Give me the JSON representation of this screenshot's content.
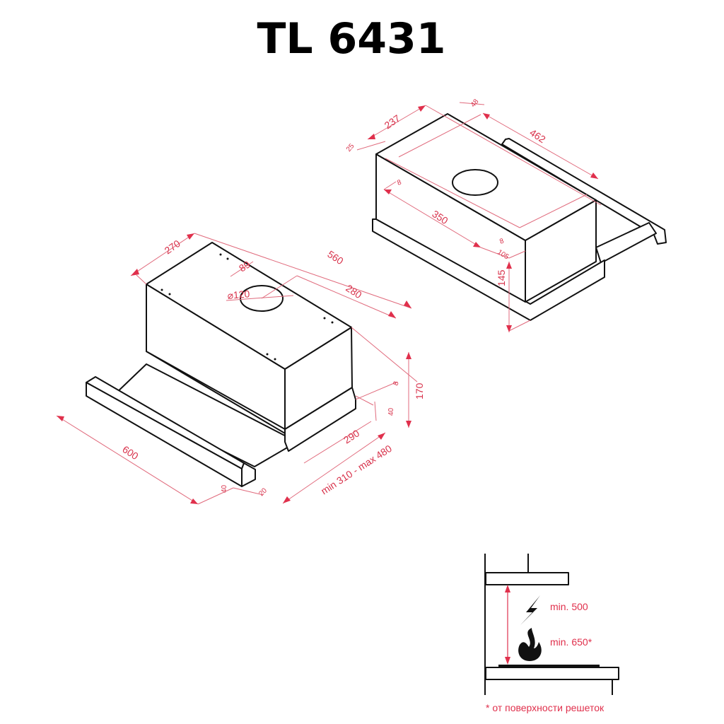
{
  "title": "TL 6431",
  "colors": {
    "dimension": "#d8324b",
    "outline": "#111111"
  },
  "left_view": {
    "dims": {
      "depth": "270",
      "width": "560",
      "outlet_offset": "89",
      "outlet_diameter": "⌀120",
      "outlet_to_side": "280",
      "height": "170",
      "rail_gap": "8",
      "base_height": "40",
      "base_depth": "290",
      "extension": "min 310 - max 480",
      "front_panel_width": "600",
      "front_panel_height": "40",
      "front_panel_depth": "20"
    }
  },
  "right_view": {
    "dims": {
      "depth": "237",
      "offset_top": "48",
      "offset_side": "25",
      "width": "462",
      "gap_a": "8",
      "cutout_width": "350",
      "gap_b": "8",
      "offset_front": "105",
      "height": "145"
    }
  },
  "install_diagram": {
    "electric_label": "min. 500",
    "gas_label": "min. 650*",
    "footnote": "* от поверхности решеток",
    "icons": [
      "lightning-icon",
      "flame-icon"
    ]
  }
}
